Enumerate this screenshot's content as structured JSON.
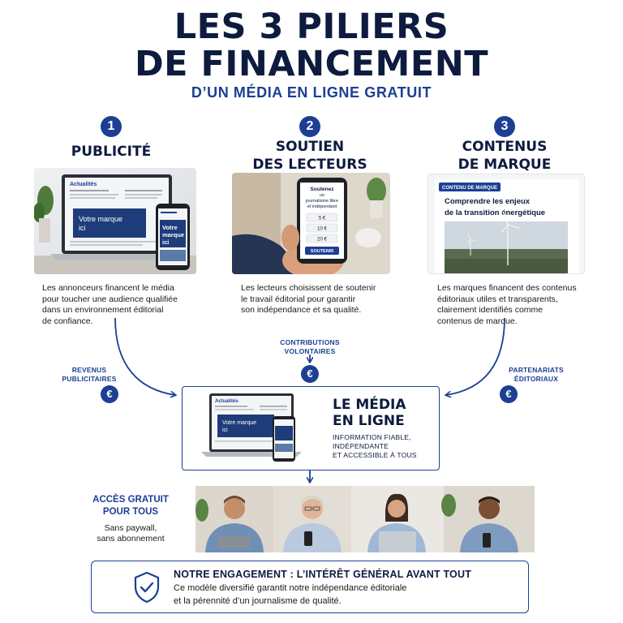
{
  "header": {
    "title_line1": "LES 3 PILIERS",
    "title_line2": "DE FINANCEMENT",
    "subtitle": "D’UN MÉDIA EN LIGNE GRATUIT"
  },
  "pillars": [
    {
      "number": "1",
      "title_line1": "PUBLICITÉ",
      "title_line2": "",
      "desc_lines": [
        "Les annonceurs financent le média",
        "pour toucher une audience qualifiée",
        "dans un environnement éditorial",
        "de confiance."
      ],
      "photo": {
        "site_name": "Actualités",
        "ad_text_line1": "Votre marque",
        "ad_text_line2": "ici",
        "phone_ad_line1": "Votre",
        "phone_ad_line2": "marque",
        "phone_ad_line3": "ici"
      }
    },
    {
      "number": "2",
      "title_line1": "SOUTIEN",
      "title_line2": "DES LECTEURS",
      "desc_lines": [
        "Les lecteurs choisissent de soutenir",
        "le travail éditorial pour garantir",
        "son indépendance et sa qualité."
      ],
      "photo": {
        "phone_head_line1": "Soutenez",
        "phone_head_line2": "un",
        "phone_head_line3": "journalisme libre",
        "phone_head_line4": "et indépendant",
        "amounts": [
          "5 €",
          "10 €",
          "20 €"
        ],
        "button": "SOUTENIR"
      }
    },
    {
      "number": "3",
      "title_line1": "CONTENUS",
      "title_line2": "DE MARQUE",
      "desc_lines": [
        "Les marques financent des contenus",
        "éditoriaux utiles et transparents,",
        "clairement identifiés comme",
        "contenus de marque."
      ],
      "photo": {
        "badge": "CONTENU DE MARQUE",
        "headline_line1": "Comprendre les enjeux",
        "headline_line2": "de la transition énergétique"
      }
    }
  ],
  "flows": {
    "left_label_line1": "REVENUS",
    "left_label_line2": "PUBLICITAIRES",
    "middle_label_line1": "CONTRIBUTIONS",
    "middle_label_line2": "VOLONTAIRES",
    "right_label_line1": "PARTENARIATS",
    "right_label_line2": "ÉDITORIAUX",
    "currency_symbol": "€"
  },
  "media": {
    "title_line1": "LE MÉDIA",
    "title_line2": "EN LIGNE",
    "sub_line1": "INFORMATION FIABLE,",
    "sub_line2": "INDÉPENDANTE",
    "sub_line3": "ET ACCESSIBLE À TOUS",
    "site_name": "Actualités",
    "ad_text_line1": "Votre marque",
    "ad_text_line2": "ici"
  },
  "access": {
    "title_line1": "ACCÈS GRATUIT",
    "title_line2": "POUR TOUS",
    "sub_line1": "Sans paywall,",
    "sub_line2": "sans abonnement"
  },
  "engagement": {
    "title": "NOTRE ENGAGEMENT : L’INTÉRÊT GÉNÉRAL AVANT TOUT",
    "line1": "Ce modèle diversifié garantit notre indépendance éditoriale",
    "line2": "et la pérennité d’un journalisme de qualité."
  },
  "icons": {
    "shield": "shield-check-icon",
    "euro": "euro-coin-icon"
  },
  "colors": {
    "navy": "#0d1b3e",
    "accent_blue": "#1c3f94"
  }
}
